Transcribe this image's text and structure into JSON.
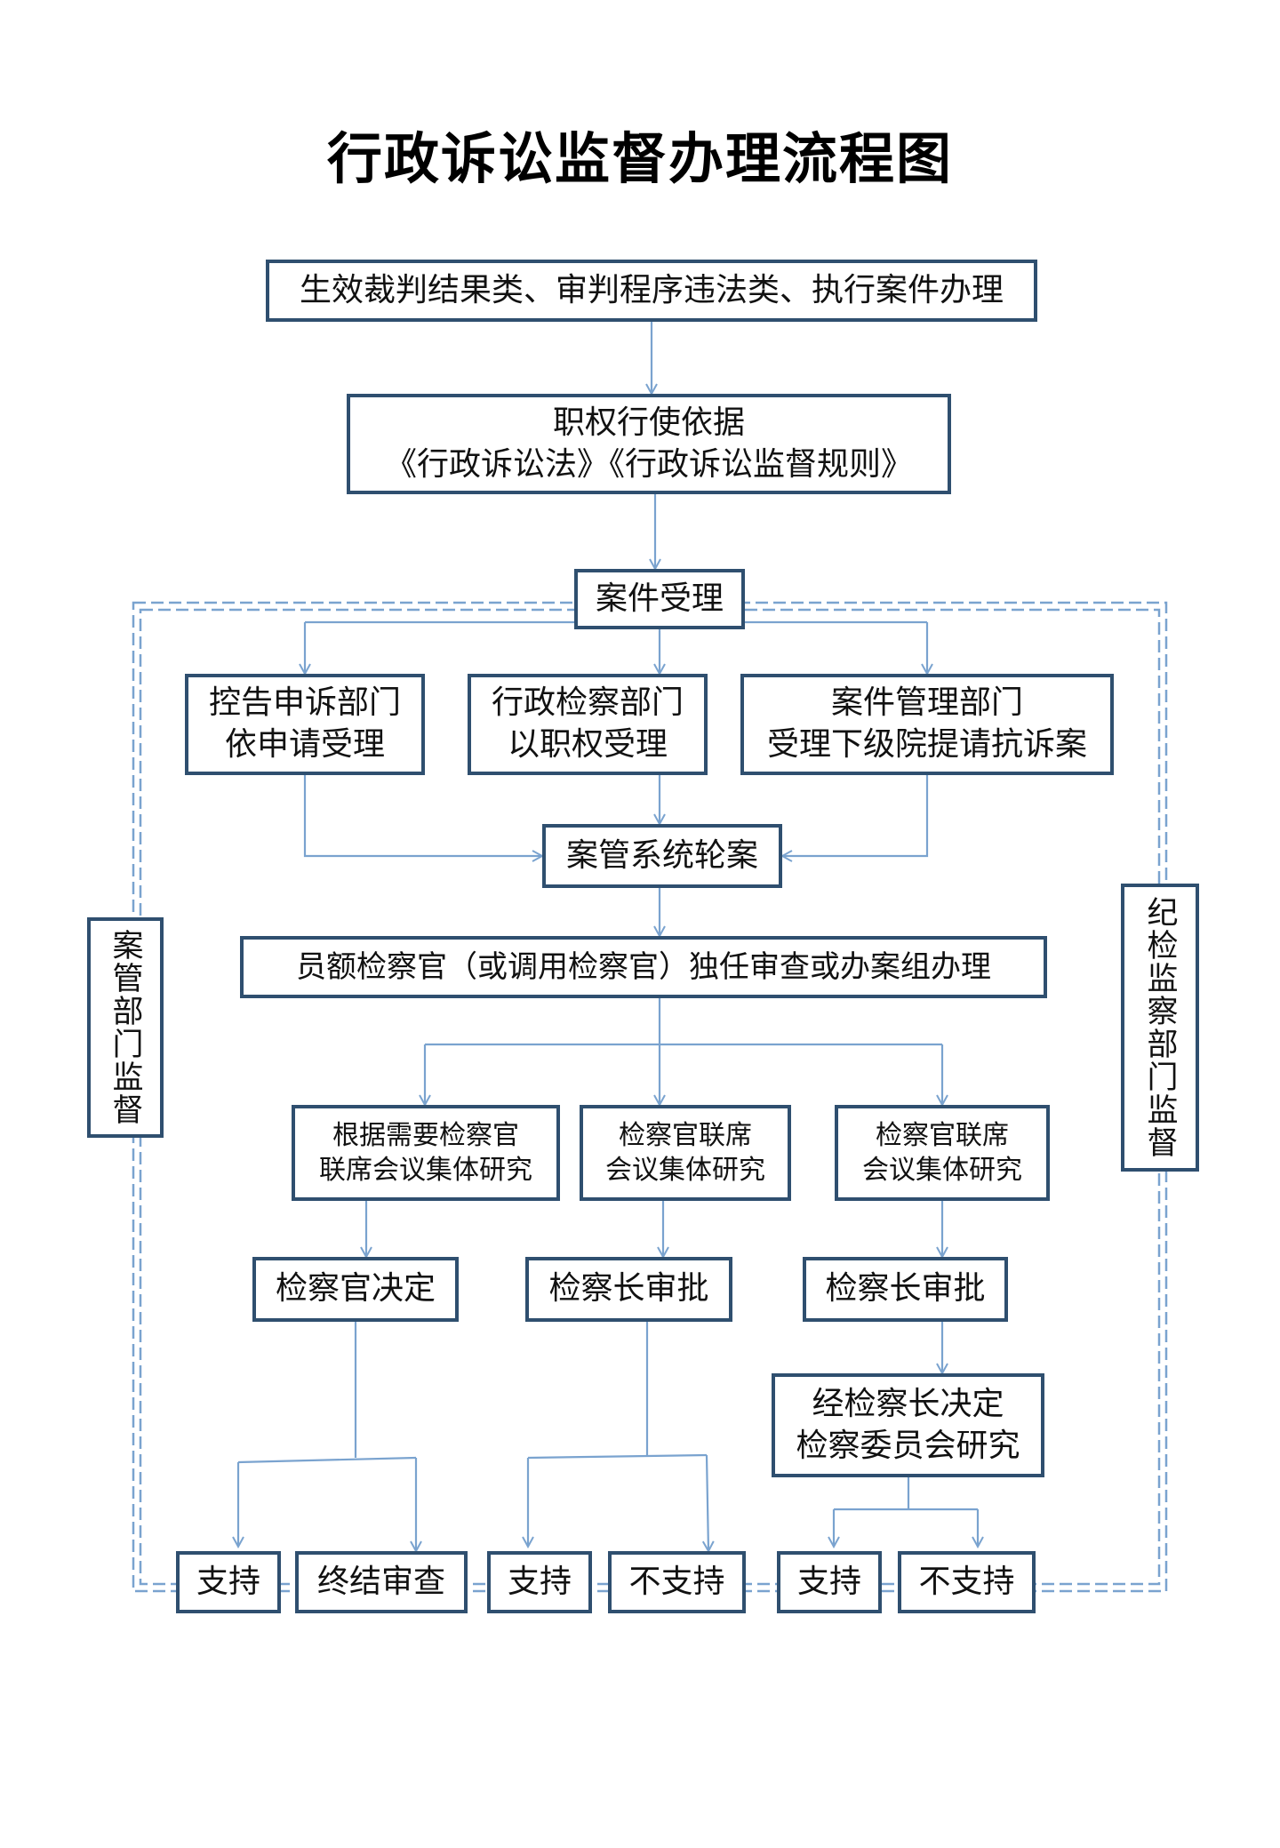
{
  "title": "行政诉讼监督办理流程图",
  "nodes": {
    "scope": "生效裁判结果类、审判程序违法类、执行案件办理",
    "basis_line1": "职权行使依据",
    "basis_line2": "《行政诉讼法》《行政诉讼监督规则》",
    "acceptance": "案件受理",
    "complaint_line1": "控告申诉部门",
    "complaint_line2": "依申请受理",
    "admin_line1": "行政检察部门",
    "admin_line2": "以职权受理",
    "casemgmt_line1": "案件管理部门",
    "casemgmt_line2": "受理下级院提请抗诉案",
    "rotation": "案管系统轮案",
    "handler": "员额检察官（或调用检察官）独任审查或办案组办理",
    "joint_a_line1": "根据需要检察官",
    "joint_a_line2": "联席会议集体研究",
    "joint_b_line1": "检察官联席",
    "joint_b_line2": "会议集体研究",
    "joint_c_line1": "检察官联席",
    "joint_c_line2": "会议集体研究",
    "prosecutor_decision": "检察官决定",
    "chief_approval_b": "检察长审批",
    "chief_approval_c": "检察长审批",
    "committee_line1": "经检察长决定",
    "committee_line2": "检察委员会研究",
    "support_1": "支持",
    "terminate": "终结审查",
    "support_2": "支持",
    "not_support_2": "不支持",
    "support_3": "支持",
    "not_support_3": "不支持"
  },
  "side_labels": {
    "left": "案管部门监督",
    "right": "纪检监察部门监督"
  },
  "colors": {
    "box_border": "#2f4f6f",
    "arrow": "#7aa3cf",
    "dashed_frame": "#7aa3cf"
  }
}
